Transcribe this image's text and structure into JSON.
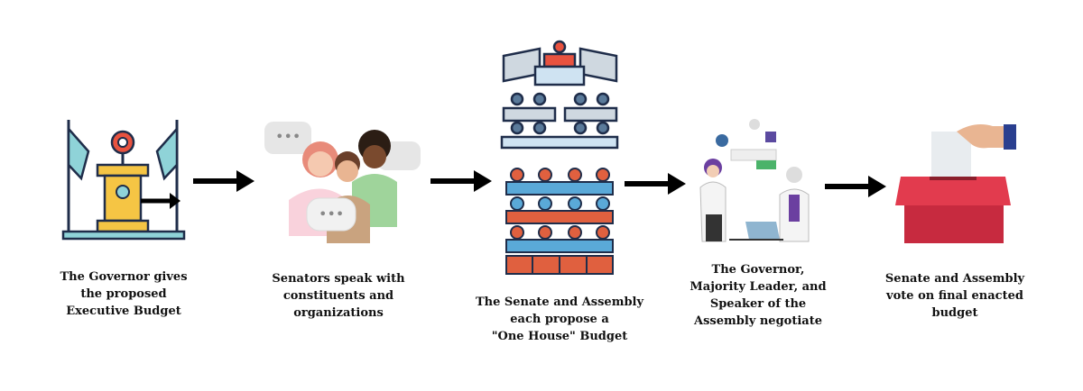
{
  "steps": [
    {
      "caption": "The Governor gives\nthe proposed\nExecutive Budget",
      "icon": "podium-icon"
    },
    {
      "caption": "Senators speak with\nconstituents and\norganizations",
      "icon": "people-talking-icon"
    },
    {
      "caption": "The Senate and Assembly\neach  propose a\n\"One House\" Budget",
      "icon": "legislature-chambers-icon"
    },
    {
      "caption": "The Governor,\nMajority Leader, and\nSpeaker of the\nAssembly negotiate",
      "icon": "negotiation-icon"
    },
    {
      "caption": "Senate and Assembly\nvote on final enacted\nbudget",
      "icon": "ballot-box-icon"
    }
  ],
  "colors": {
    "arrow": "#000000",
    "ballot": "#d9354a",
    "seat_red": "#e0603f",
    "seat_blue": "#5aa9d8",
    "outline": "#1f2d4a"
  }
}
